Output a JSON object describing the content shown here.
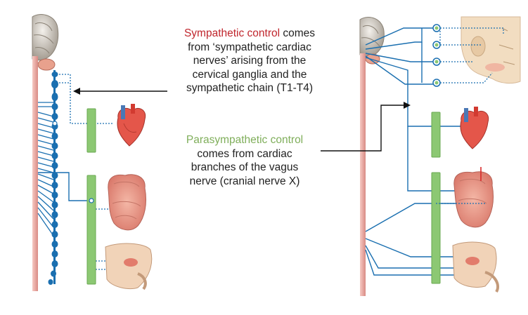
{
  "sympathetic": {
    "title": "Sympathetic control",
    "line1_rest": " comes",
    "line2": "from ‘sympathetic cardiac",
    "line3": "nerves’ arising from the",
    "line4": "cervical ganglia and the",
    "chain_term": "sympathetic chain",
    "chain_suffix": " (T1-T4)"
  },
  "parasympathetic": {
    "title": "Parasympathetic control",
    "line2": "comes from cardiac",
    "line3_prefix": "branches of the ",
    "vagus_term": "vagus",
    "line4": "nerve (cranial nerve X)"
  },
  "colors": {
    "sympathetic_title": "#c0262d",
    "parasympathetic_title": "#7fae5a",
    "nerve": "#1a6fb0",
    "spinal_cord": "#e9a6a0",
    "ganglion_bar": "#8cc873"
  }
}
